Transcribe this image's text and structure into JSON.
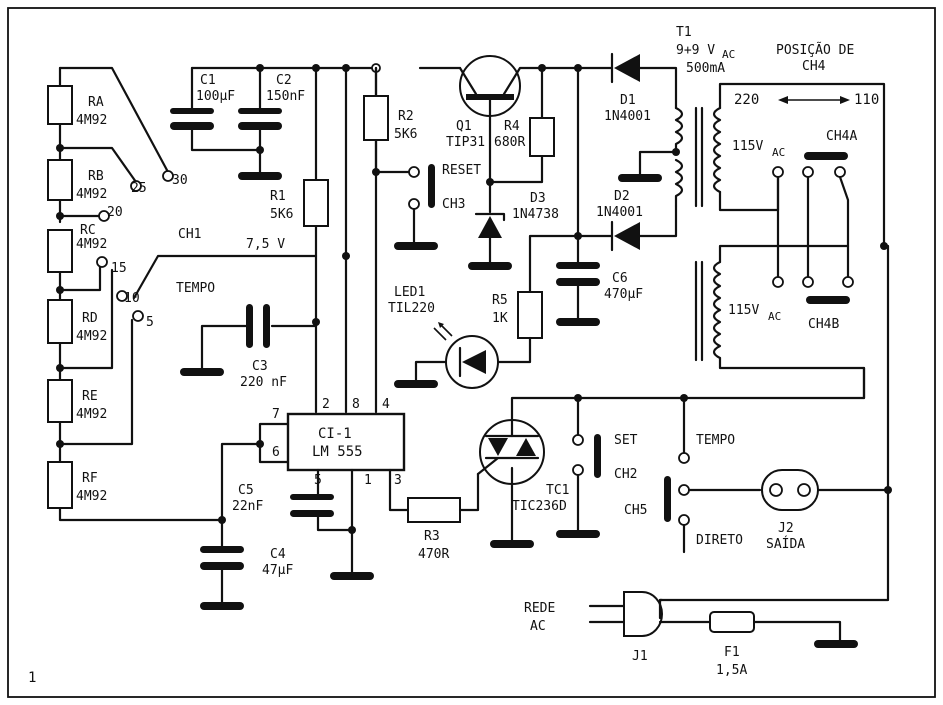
{
  "frame_mark": "1",
  "components": {
    "RA": {
      "ref": "RA",
      "value": "4M92"
    },
    "RB": {
      "ref": "RB",
      "value": "4M92"
    },
    "RC": {
      "ref": "RC",
      "value": "4M92"
    },
    "RD": {
      "ref": "RD",
      "value": "4M92"
    },
    "RE": {
      "ref": "RE",
      "value": "4M92"
    },
    "RF": {
      "ref": "RF",
      "value": "4M92"
    },
    "C1": {
      "ref": "C1",
      "value": "100µF"
    },
    "C2": {
      "ref": "C2",
      "value": "150nF"
    },
    "C3": {
      "ref": "C3",
      "value": "220 nF"
    },
    "C4": {
      "ref": "C4",
      "value": "47µF"
    },
    "C5": {
      "ref": "C5",
      "value": "22nF"
    },
    "C6": {
      "ref": "C6",
      "value": "470µF"
    },
    "R1": {
      "ref": "R1",
      "value": "5K6"
    },
    "R2": {
      "ref": "R2",
      "value": "5K6"
    },
    "R3": {
      "ref": "R3",
      "value": "470R"
    },
    "R4": {
      "ref": "R4",
      "value": "680R"
    },
    "R5": {
      "ref": "R5",
      "value": "1K"
    },
    "Q1": {
      "ref": "Q1",
      "value": "TIP31"
    },
    "D1": {
      "ref": "D1",
      "value": "1N4001"
    },
    "D2": {
      "ref": "D2",
      "value": "1N4001"
    },
    "D3": {
      "ref": "D3",
      "value": "1N4738"
    },
    "LED1": {
      "ref": "LED1",
      "value": "TIL220"
    },
    "TC1": {
      "ref": "TC1",
      "value": "TIC236D"
    },
    "CI1": {
      "ref": "CI-1",
      "value": "LM 555"
    },
    "T1": {
      "ref": "T1",
      "value": "9+9 V",
      "sub": "AC",
      "current": "500mA"
    },
    "F1": {
      "ref": "F1",
      "value": "1,5A"
    },
    "J1": {
      "ref": "J1"
    },
    "J2": {
      "ref": "J2",
      "name": "SAÍDA"
    }
  },
  "switches": {
    "CH1": {
      "ref": "CH1",
      "name": "TEMPO",
      "positions": [
        "30",
        "25",
        "20",
        "15",
        "10",
        "5"
      ]
    },
    "CH2": {
      "ref": "CH2",
      "name": "SET"
    },
    "CH3": {
      "ref": "CH3",
      "name": "RESET"
    },
    "CH4": {
      "title_line1": "POSIÇÃO DE",
      "title_line2": "CH4",
      "left": "220",
      "right": "110",
      "a": "CH4A",
      "b": "CH4B"
    },
    "CH5": {
      "ref": "CH5",
      "opt1": "TEMPO",
      "opt2": "DIRETO"
    }
  },
  "transformer": {
    "primary_label": "115V",
    "primary_sub": "AC"
  },
  "supply": {
    "rail_label": "7,5 V",
    "mains_line1": "REDE",
    "mains_line2": "AC"
  },
  "ic_pins": {
    "p2": "2",
    "p8": "8",
    "p4": "4",
    "p7": "7",
    "p6": "6",
    "p5": "5",
    "p1": "1",
    "p3": "3"
  }
}
